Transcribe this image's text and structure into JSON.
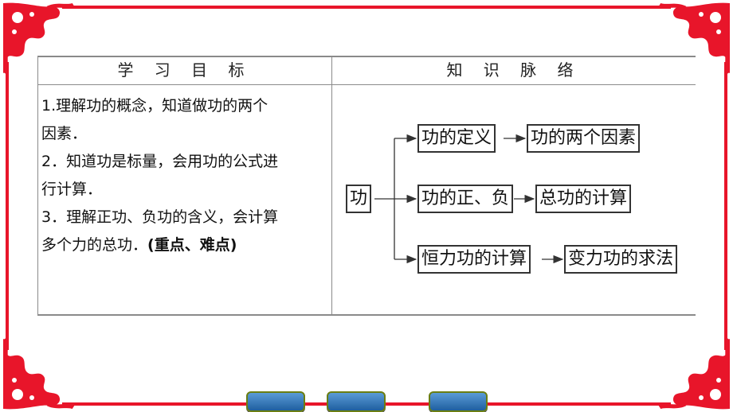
{
  "table": {
    "header_left": "学 习 目 标",
    "header_right": "知 识 脉 络"
  },
  "objectives": {
    "line1a": "1.理解功的概念，知道做功的两个",
    "line1b": "因素．",
    "line2a": "2．知道功是标量，会用功的公式进",
    "line2b": "行计算．",
    "line3a": "3．理解正功、负功的含义，会计算",
    "line3b_prefix": "多个力的总功．",
    "line3b_bold": "(重点、难点)"
  },
  "knowledge_map": {
    "root": "功",
    "branch1_a": "功的定义",
    "branch1_b": "功的两个因素",
    "branch2_a": "功的正、负",
    "branch2_b": "总功的计算",
    "branch3_a": "恒力功的计算",
    "branch3_b": "变力功的求法"
  },
  "colors": {
    "frame": "#e8152a",
    "nav_button": "#2f74b8"
  }
}
